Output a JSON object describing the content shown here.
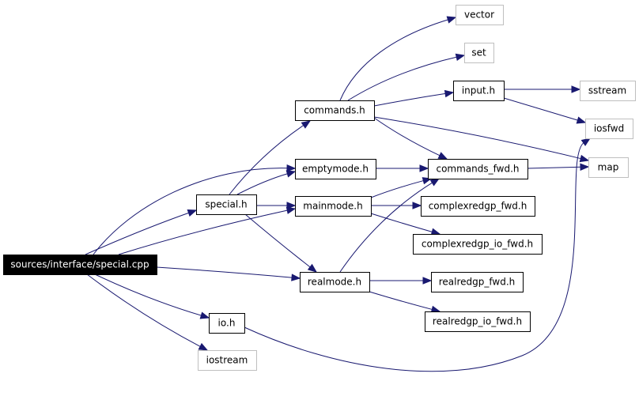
{
  "graph": {
    "title": "",
    "nodes": {
      "special_cpp": {
        "label": "sources/interface/special.cpp",
        "kind": "root"
      },
      "special_h": {
        "label": "special.h",
        "kind": "project"
      },
      "commands_h": {
        "label": "commands.h",
        "kind": "project"
      },
      "emptymode_h": {
        "label": "emptymode.h",
        "kind": "project"
      },
      "mainmode_h": {
        "label": "mainmode.h",
        "kind": "project"
      },
      "realmode_h": {
        "label": "realmode.h",
        "kind": "project"
      },
      "io_h": {
        "label": "io.h",
        "kind": "project"
      },
      "iostream": {
        "label": "iostream",
        "kind": "system"
      },
      "vector": {
        "label": "vector",
        "kind": "system"
      },
      "set": {
        "label": "set",
        "kind": "system"
      },
      "input_h": {
        "label": "input.h",
        "kind": "project"
      },
      "sstream": {
        "label": "sstream",
        "kind": "system"
      },
      "iosfwd": {
        "label": "iosfwd",
        "kind": "system"
      },
      "map": {
        "label": "map",
        "kind": "system"
      },
      "commands_fwd_h": {
        "label": "commands_fwd.h",
        "kind": "project"
      },
      "complexredgp_fwd_h": {
        "label": "complexredgp_fwd.h",
        "kind": "project"
      },
      "complexredgp_io_fwd_h": {
        "label": "complexredgp_io_fwd.h",
        "kind": "project"
      },
      "realredgp_fwd_h": {
        "label": "realredgp_fwd.h",
        "kind": "project"
      },
      "realredgp_io_fwd_h": {
        "label": "realredgp_io_fwd.h",
        "kind": "project"
      }
    },
    "edges": [
      {
        "from": "special_cpp",
        "to": "special_h"
      },
      {
        "from": "special_cpp",
        "to": "emptymode_h"
      },
      {
        "from": "special_cpp",
        "to": "mainmode_h"
      },
      {
        "from": "special_cpp",
        "to": "realmode_h"
      },
      {
        "from": "special_cpp",
        "to": "io_h"
      },
      {
        "from": "special_cpp",
        "to": "iostream"
      },
      {
        "from": "special_h",
        "to": "commands_h"
      },
      {
        "from": "special_h",
        "to": "emptymode_h"
      },
      {
        "from": "special_h",
        "to": "mainmode_h"
      },
      {
        "from": "special_h",
        "to": "realmode_h"
      },
      {
        "from": "commands_h",
        "to": "vector"
      },
      {
        "from": "commands_h",
        "to": "set"
      },
      {
        "from": "commands_h",
        "to": "input_h"
      },
      {
        "from": "commands_h",
        "to": "commands_fwd_h"
      },
      {
        "from": "commands_h",
        "to": "map"
      },
      {
        "from": "input_h",
        "to": "sstream"
      },
      {
        "from": "input_h",
        "to": "iosfwd"
      },
      {
        "from": "emptymode_h",
        "to": "commands_fwd_h"
      },
      {
        "from": "mainmode_h",
        "to": "commands_fwd_h"
      },
      {
        "from": "mainmode_h",
        "to": "complexredgp_fwd_h"
      },
      {
        "from": "mainmode_h",
        "to": "complexredgp_io_fwd_h"
      },
      {
        "from": "realmode_h",
        "to": "commands_fwd_h"
      },
      {
        "from": "realmode_h",
        "to": "realredgp_fwd_h"
      },
      {
        "from": "realmode_h",
        "to": "realredgp_io_fwd_h"
      },
      {
        "from": "commands_fwd_h",
        "to": "map"
      },
      {
        "from": "io_h",
        "to": "iosfwd"
      }
    ]
  }
}
